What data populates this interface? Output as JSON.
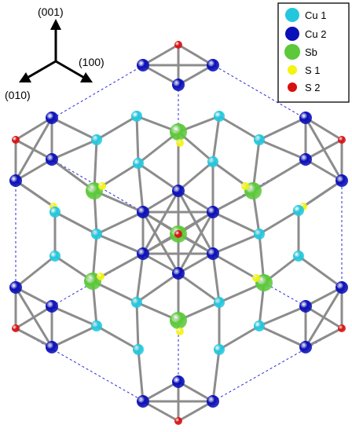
{
  "axes": {
    "labels": [
      "(001)",
      "(100)",
      "(010)"
    ]
  },
  "legend": {
    "items": [
      {
        "label": "Cu 1",
        "color": "#22c7dd"
      },
      {
        "label": "Cu 2",
        "color": "#0a0fb8"
      },
      {
        "label": "Sb",
        "color": "#5cc83a"
      },
      {
        "label": "S 1",
        "color": "#f4f40e"
      },
      {
        "label": "S 2",
        "color": "#d81010"
      }
    ]
  },
  "colors": {
    "bond": "#8c8c8c",
    "cell_edge": "#2a2ad8"
  }
}
